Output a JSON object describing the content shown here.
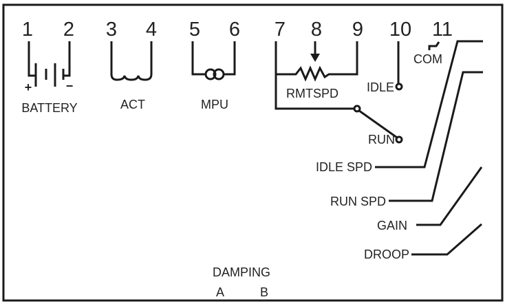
{
  "terminals": [
    "1",
    "2",
    "3",
    "4",
    "5",
    "6",
    "7",
    "8",
    "9",
    "10",
    "11"
  ],
  "labels": {
    "battery": "BATTERY",
    "battery_plus": "+",
    "battery_minus": "−",
    "act": "ACT",
    "mpu": "MPU",
    "rmtspd": "RMTSPD",
    "idle": "IDLE",
    "run": "RUN",
    "com": "COM",
    "idle_spd": "IDLE SPD",
    "run_spd": "RUN SPD",
    "gain": "GAIN",
    "droop": "DROOP",
    "damping": "DAMPING",
    "damping_a": "A",
    "damping_b": "B"
  }
}
